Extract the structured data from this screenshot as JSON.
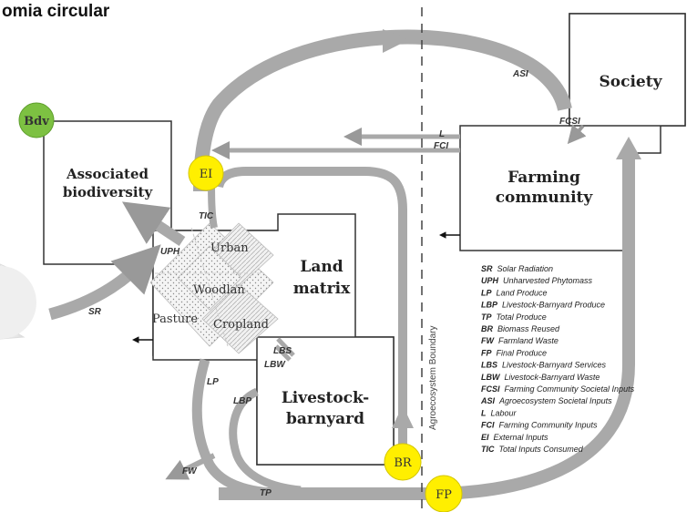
{
  "title": "omia circular",
  "boxes": {
    "associated_biodiversity": "Associated biodiversity",
    "associated_biodiversity_line1": "Associated",
    "associated_biodiversity_line2": "biodiversity",
    "land_matrix_line1": "Land",
    "land_matrix_line2": "matrix",
    "livestock_line1": "Livestock-",
    "livestock_line2": "barnyard",
    "farming_line1": "Farming",
    "farming_line2": "community",
    "society": "Society"
  },
  "land_regions": {
    "urban": "Urban",
    "woodland": "Woodlan",
    "pasture": "Pasture",
    "cropland": "Cropland"
  },
  "nodes": {
    "bdv": "Bdv",
    "ei": "EI",
    "br": "BR",
    "fp": "FP"
  },
  "node_colors": {
    "bdv": "#7dc142",
    "yellow": "#ffef00"
  },
  "flows": {
    "asi": "ASI",
    "fcsi": "FCSI",
    "l": "L",
    "fci": "FCI",
    "tic": "TIC",
    "uph": "UPH",
    "sr": "SR",
    "lbs": "LBS",
    "lbw": "LBW",
    "lp": "LP",
    "lbp": "LBP",
    "fw": "FW",
    "tp": "TP"
  },
  "boundary_label": "Agroecosystem Boundary",
  "legend": [
    {
      "abbr": "SR",
      "text": "Solar Radiation"
    },
    {
      "abbr": "UPH",
      "text": "Unharvested Phytomass"
    },
    {
      "abbr": "LP",
      "text": "Land Produce"
    },
    {
      "abbr": "LBP",
      "text": "Livestock-Barnyard Produce"
    },
    {
      "abbr": "TP",
      "text": "Total Produce"
    },
    {
      "abbr": "BR",
      "text": "Biomass Reused"
    },
    {
      "abbr": "FW",
      "text": "Farmland Waste"
    },
    {
      "abbr": "FP",
      "text": "Final Produce"
    },
    {
      "abbr": "LBS",
      "text": "Livestock-Barnyard Services"
    },
    {
      "abbr": "LBW",
      "text": "Livestock-Barnyard Waste"
    },
    {
      "abbr": "FCSI",
      "text": "Farming Community Societal Inputs"
    },
    {
      "abbr": "ASI",
      "text": "Agroecosystem Societal Inputs"
    },
    {
      "abbr": "L",
      "text": "Labour"
    },
    {
      "abbr": "FCI",
      "text": "Farming Community Inputs"
    },
    {
      "abbr": "EI",
      "text": "External Inputs"
    },
    {
      "abbr": "TIC",
      "text": "Total Inputs Consumed"
    }
  ]
}
